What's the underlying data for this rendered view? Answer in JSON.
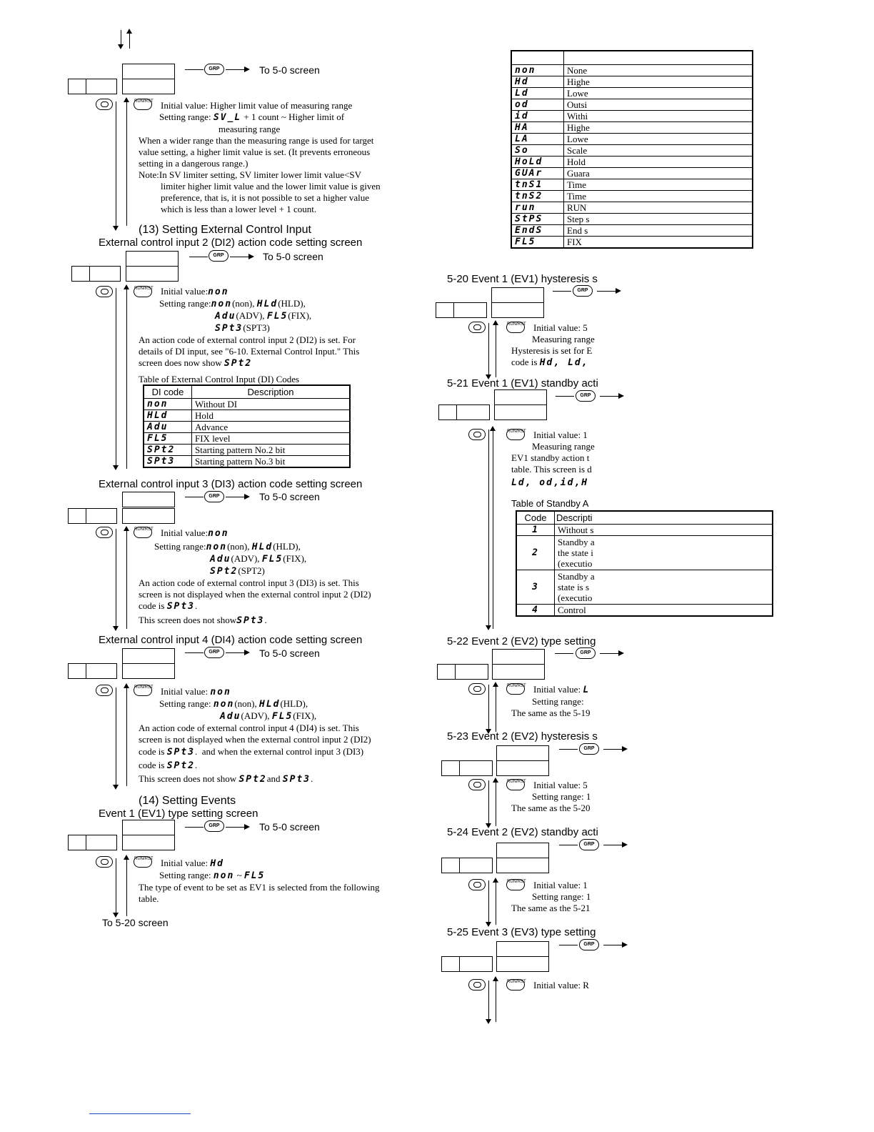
{
  "common": {
    "to_screen": "To 5-0 screen",
    "grp": "GRP",
    "run_rst": "RUN/RST"
  },
  "sv_limit": {
    "l1": "Initial value: Higher limit value of measuring range",
    "l2a": "Setting range: ",
    "l2seg": "SV_L",
    "l2b": " + 1 count ~ Higher limit of",
    "l3": "measuring range",
    "l4": "When a wider range than the measuring range is used for target",
    "l5": "value setting, a higher limit value is set. (It prevents erroneous",
    "l6": "setting in a dangerous range.)",
    "l7": "Note:In SV limiter setting, SV limiter lower limit value<SV",
    "l8": "limiter higher limit value and the lower limit value is given",
    "l9": "preference, that is, it is not possible to set a higher value",
    "l10": "which is less than a lower level + 1 count."
  },
  "sec13": {
    "title": "(13) Setting External Control Input",
    "di2": {
      "heading": "External control input 2 (DI2) action code setting screen",
      "init_label": "Initial value:",
      "init_seg": "non",
      "range_label": "Setting range:",
      "r1": [
        {
          "seg": "non",
          "txt": "(non),"
        },
        {
          "seg": "HLd",
          "txt": "(HLD),"
        }
      ],
      "r2": [
        {
          "seg": "Adu",
          "txt": "(ADV),"
        },
        {
          "seg": "FL5",
          "txt": "(FIX),"
        }
      ],
      "r3": [
        {
          "seg": "SPt3",
          "txt": "(SPT3)"
        }
      ],
      "d1": "An action code of external control input 2 (DI2) is set. For",
      "d2": "details of DI input, see \"6-10. External Control Input.\" This",
      "d3": "screen does now show",
      "d3seg": "SPt2",
      "table_caption": "Table of External Control Input (DI) Codes",
      "table_headers": [
        "DI code",
        "Description"
      ],
      "table_rows": [
        {
          "code": "non",
          "desc": "Without DI"
        },
        {
          "code": "HLd",
          "desc": "Hold"
        },
        {
          "code": "Adu",
          "desc": "Advance"
        },
        {
          "code": "FL5",
          "desc": "FIX level"
        },
        {
          "code": "SPt2",
          "desc": "Starting pattern No.2 bit"
        },
        {
          "code": "SPt3",
          "desc": "Starting pattern No.3 bit"
        }
      ]
    },
    "di3": {
      "heading": "External control input 3 (DI3) action code setting screen",
      "init_label": "Initial value:",
      "init_seg": "non",
      "range_label": "Setting range:",
      "r1": [
        {
          "seg": "non",
          "txt": "(non),"
        },
        {
          "seg": "HLd",
          "txt": "(HLD),"
        }
      ],
      "r2": [
        {
          "seg": "Adu",
          "txt": "(ADV),"
        },
        {
          "seg": "FL5",
          "txt": "(FIX),"
        }
      ],
      "r3": [
        {
          "seg": "SPt2",
          "txt": "(SPT2)"
        }
      ],
      "d1": "An action code of external control input 3 (DI3) is set. This",
      "d2": "screen is not displayed when the external control input 2 (DI2)",
      "d3": "code is",
      "d3seg": "SPt3",
      "d4": "This screen does not show",
      "d4seg": "SPt3"
    },
    "di4": {
      "heading": "External control input 4 (DI4) action code setting  screen",
      "init_label": "Initial value:",
      "init_seg": "non",
      "range_label": "Setting range:",
      "r1": [
        {
          "seg": "non",
          "txt": "(non),"
        },
        {
          "seg": "HLd",
          "txt": "(HLD),"
        }
      ],
      "r2": [
        {
          "seg": "Adu",
          "txt": "(ADV),"
        },
        {
          "seg": "FL5",
          "txt": "(FIX),"
        }
      ],
      "d1": "An action code of external control input 4 (DI4) is set. This",
      "d2": "screen is not displayed when the external control input 2 (DI2)",
      "d3": "code is",
      "d3seg": "SPt3",
      "d3b": "and when the external control input 3 (DI3)",
      "d4": "code is",
      "d4seg": "SPt2",
      "d5": "This screen does not show",
      "d5seg1": "SPt2",
      "d5mid": "and",
      "d5seg2": "SPt3"
    }
  },
  "sec14": {
    "title": "(14) Setting Events",
    "ev1": {
      "heading": "Event 1 (EV1) type setting screen",
      "init_label": "Initial value:",
      "init_seg": "Hd",
      "range_label": "Setting range:",
      "range_seg1": "non",
      "range_mid": "~",
      "range_seg2": "FL5",
      "d1": "The type of event to be set as EV1 is selected from the following",
      "d2": "table.",
      "footer": "To 5-20 screen"
    }
  },
  "event_table": {
    "rows": [
      {
        "code": "non",
        "desc": "None"
      },
      {
        "code": "Hd",
        "desc": "Highe"
      },
      {
        "code": "Ld",
        "desc": "Lowe"
      },
      {
        "code": "od",
        "desc": "Outsi"
      },
      {
        "code": "id",
        "desc": "Withi"
      },
      {
        "code": "HA",
        "desc": "Highe"
      },
      {
        "code": "LA",
        "desc": "Lowe"
      },
      {
        "code": "So",
        "desc": "Scale"
      },
      {
        "code": "HoLd",
        "desc": "Hold"
      },
      {
        "code": "GUAr",
        "desc": "Guara"
      },
      {
        "code": "tnS1",
        "desc": "Time"
      },
      {
        "code": "tnS2",
        "desc": "Time"
      },
      {
        "code": "run",
        "desc": "RUN"
      },
      {
        "code": "StPS",
        "desc": "Step s"
      },
      {
        "code": "EndS",
        "desc": "End s"
      },
      {
        "code": "FL5",
        "desc": "FIX"
      }
    ]
  },
  "s520": {
    "heading": "5-20 Event 1 (EV1) hysteresis s",
    "l1": "Initial value: 5",
    "l2": "Measuring range",
    "l3": "Hysteresis is set for E",
    "l4": "code is",
    "l4seg": "Hd, Ld,"
  },
  "s521": {
    "heading": "5-21 Event 1 (EV1) standby acti",
    "l1": "Initial value: 1",
    "l2": "Measuring range",
    "l3": "EV1 standby action t",
    "l4": "table. This screen is d",
    "l5seg": "Ld, od,id,H",
    "table_caption": "Table of Standby A",
    "table_headers": [
      "Code",
      "Descripti"
    ],
    "rows": [
      {
        "code": "1",
        "lines": [
          "Without s"
        ]
      },
      {
        "code": "2",
        "lines": [
          "Standby a",
          "the state i",
          "(executio"
        ]
      },
      {
        "code": "3",
        "lines": [
          "Standby a",
          "state is s",
          "(executio"
        ]
      },
      {
        "code": "4",
        "lines": [
          "Control"
        ]
      }
    ]
  },
  "s522": {
    "heading": "5-22 Event 2 (EV2) type setting",
    "l1": "Initial value:",
    "l1seg": "L",
    "l2": "Setting range:",
    "l3": "The same as the 5-19"
  },
  "s523": {
    "heading": "5-23 Event 2 (EV2) hysteresis s",
    "l1": "Initial value: 5",
    "l2": "Setting range: 1",
    "l3": "The same as the 5-20"
  },
  "s524": {
    "heading": "5-24 Event 2 (EV2) standby acti",
    "l1": "Initial value: 1",
    "l2": "Setting range: 1",
    "l3": "The same as the 5-21"
  },
  "s525": {
    "heading": "5-25 Event 3 (EV3) type setting",
    "l1": "Initial value: R"
  }
}
